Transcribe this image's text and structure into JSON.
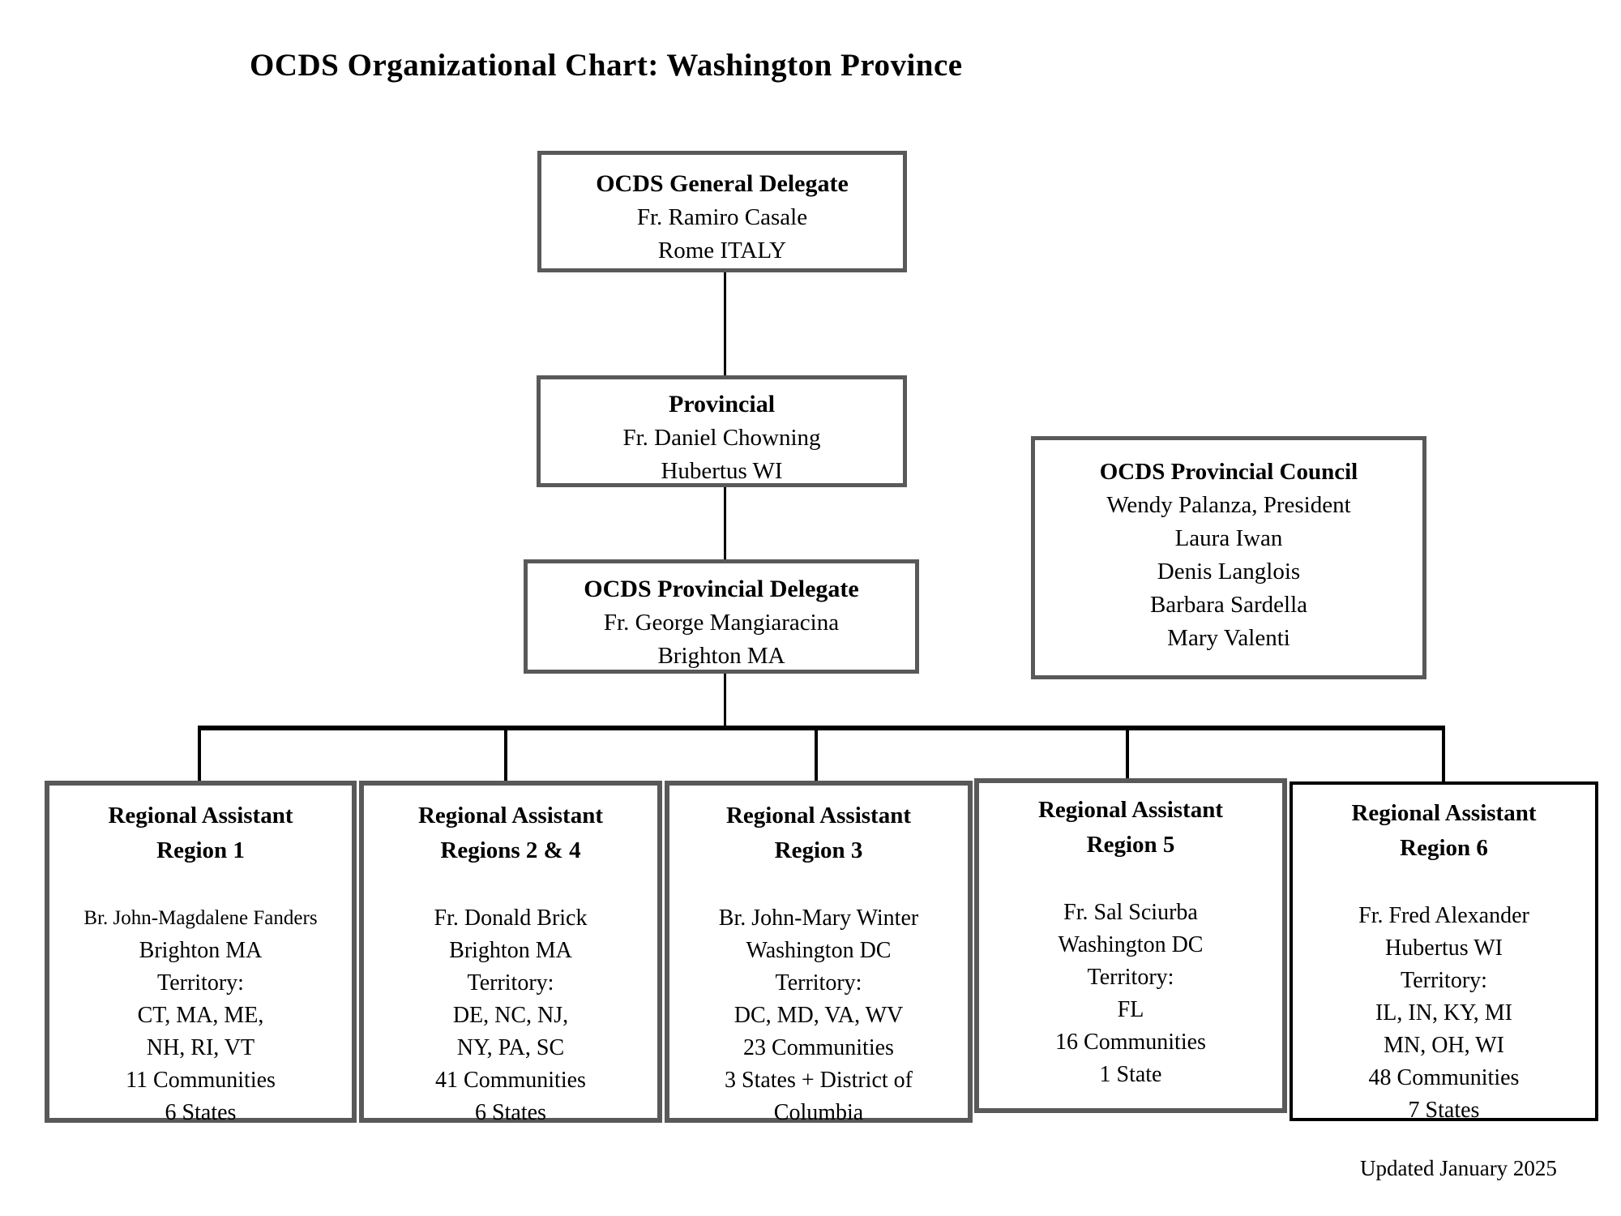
{
  "title": "OCDS Organizational Chart: Washington Province",
  "footer": "Updated January 2025",
  "colors": {
    "box_border_gray": "#595959",
    "box_border_black": "#000000",
    "connector_black": "#000000",
    "background": "#ffffff",
    "text": "#000000"
  },
  "hierarchy": {
    "general_delegate": {
      "heading": "OCDS General Delegate",
      "lines": [
        "Fr. Ramiro Casale",
        "Rome ITALY"
      ]
    },
    "provincial": {
      "heading": "Provincial",
      "lines": [
        "Fr. Daniel Chowning",
        "Hubertus WI"
      ]
    },
    "provincial_delegate": {
      "heading": "OCDS Provincial Delegate",
      "lines": [
        "Fr. George Mangiaracina",
        "Brighton MA"
      ]
    },
    "provincial_council": {
      "heading": "OCDS Provincial Council",
      "lines": [
        "Wendy Palanza, President",
        "Laura Iwan",
        "Denis Langlois",
        "Barbara Sardella",
        "Mary Valenti"
      ]
    }
  },
  "regions": [
    {
      "heading_line1": "Regional Assistant",
      "heading_line2": "Region 1",
      "lines": [
        "Br. John-Magdalene Fanders",
        "Brighton MA",
        "Territory:",
        "CT, MA, ME,",
        "NH, RI, VT",
        "11 Communities",
        "6 States"
      ]
    },
    {
      "heading_line1": "Regional Assistant",
      "heading_line2": "Regions 2 & 4",
      "lines": [
        "Fr. Donald Brick",
        "Brighton MA",
        "Territory:",
        "DE, NC, NJ,",
        "NY, PA, SC",
        "41 Communities",
        "6 States"
      ]
    },
    {
      "heading_line1": "Regional Assistant",
      "heading_line2": "Region 3",
      "lines": [
        "Br. John-Mary Winter",
        "Washington DC",
        "Territory:",
        "DC, MD, VA, WV",
        "23 Communities",
        "3 States + District of",
        "Columbia"
      ]
    },
    {
      "heading_line1": "Regional Assistant",
      "heading_line2": "Region 5",
      "lines": [
        "Fr. Sal Sciurba",
        "Washington DC",
        "Territory:",
        "FL",
        "16 Communities",
        "1 State"
      ]
    },
    {
      "heading_line1": "Regional Assistant",
      "heading_line2": "Region 6",
      "lines": [
        "Fr. Fred Alexander",
        "Hubertus WI",
        "Territory:",
        "IL, IN, KY, MI",
        "MN, OH, WI",
        "48 Communities",
        "7 States"
      ]
    }
  ]
}
